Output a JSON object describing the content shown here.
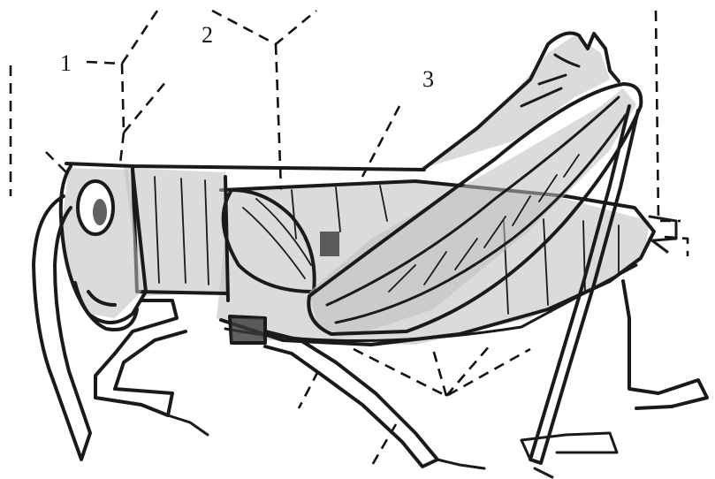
{
  "diagram": {
    "labels": [
      {
        "id": "label-1",
        "text": "1"
      },
      {
        "id": "label-2",
        "text": "2"
      },
      {
        "id": "label-3",
        "text": "3"
      }
    ]
  }
}
